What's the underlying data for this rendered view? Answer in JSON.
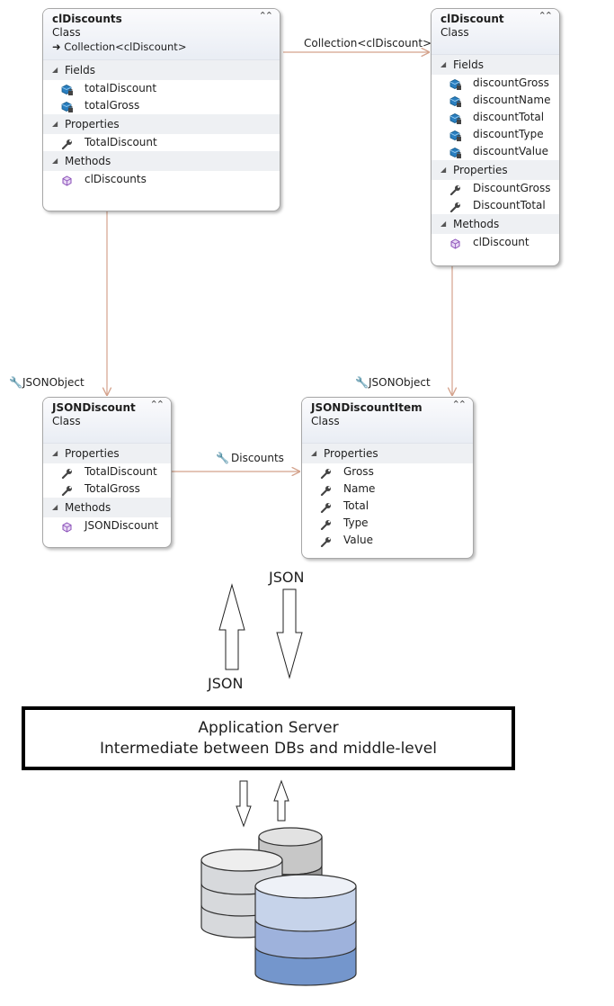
{
  "classes": {
    "cl_discounts": {
      "name": "clDiscounts",
      "kind": "Class",
      "base": "Collection<clDiscount>",
      "sections": [
        {
          "title": "Fields",
          "members": [
            {
              "label": "totalDiscount",
              "icon": "field-icon"
            },
            {
              "label": "totalGross",
              "icon": "field-icon"
            }
          ]
        },
        {
          "title": "Properties",
          "members": [
            {
              "label": "TotalDiscount",
              "icon": "property-icon"
            }
          ]
        },
        {
          "title": "Methods",
          "members": [
            {
              "label": "clDiscounts",
              "icon": "method-icon"
            }
          ]
        }
      ]
    },
    "cl_discount": {
      "name": "clDiscount",
      "kind": "Class",
      "sections": [
        {
          "title": "Fields",
          "members": [
            {
              "label": "discountGross",
              "icon": "field-icon"
            },
            {
              "label": "discountName",
              "icon": "field-icon"
            },
            {
              "label": "discountTotal",
              "icon": "field-icon"
            },
            {
              "label": "discountType",
              "icon": "field-icon"
            },
            {
              "label": "discountValue",
              "icon": "field-icon"
            }
          ]
        },
        {
          "title": "Properties",
          "members": [
            {
              "label": "DiscountGross",
              "icon": "property-icon"
            },
            {
              "label": "DiscountTotal",
              "icon": "property-icon"
            }
          ]
        },
        {
          "title": "Methods",
          "members": [
            {
              "label": "clDiscount",
              "icon": "method-icon"
            }
          ]
        }
      ]
    },
    "json_discount": {
      "name": "JSONDiscount",
      "kind": "Class",
      "sections": [
        {
          "title": "Properties",
          "members": [
            {
              "label": "TotalDiscount",
              "icon": "property-icon"
            },
            {
              "label": "TotalGross",
              "icon": "property-icon"
            }
          ]
        },
        {
          "title": "Methods",
          "members": [
            {
              "label": "JSONDiscount",
              "icon": "method-icon"
            }
          ]
        }
      ]
    },
    "json_discount_item": {
      "name": "JSONDiscountItem",
      "kind": "Class",
      "sections": [
        {
          "title": "Properties",
          "members": [
            {
              "label": "Gross",
              "icon": "property-icon"
            },
            {
              "label": "Name",
              "icon": "property-icon"
            },
            {
              "label": "Total",
              "icon": "property-icon"
            },
            {
              "label": "Type",
              "icon": "property-icon"
            },
            {
              "label": "Value",
              "icon": "property-icon"
            }
          ]
        }
      ]
    }
  },
  "associations": {
    "collection_label": "Collection<clDiscount>",
    "discounts_label": "Discounts",
    "json_object_left": "JSONObject",
    "json_object_right": "JSONObject"
  },
  "flow": {
    "json_top": "JSON",
    "json_bottom": "JSON"
  },
  "server": {
    "line1": "Application Server",
    "line2": "Intermediate between DBs and middle-level"
  },
  "colors": {
    "connector": "#d4a28c",
    "box_border": "#a7a7a7",
    "header_gradient_end": "#e9edf4",
    "section_bg": "#eef0f3",
    "field_icon": "#2a7fc0",
    "method_icon": "#8a4fb8",
    "db_gray": "#d7d9dc",
    "db_blue_light": "#c6d3ea",
    "db_blue_mid": "#9eb2dc",
    "db_blue_dark": "#7496cc"
  }
}
